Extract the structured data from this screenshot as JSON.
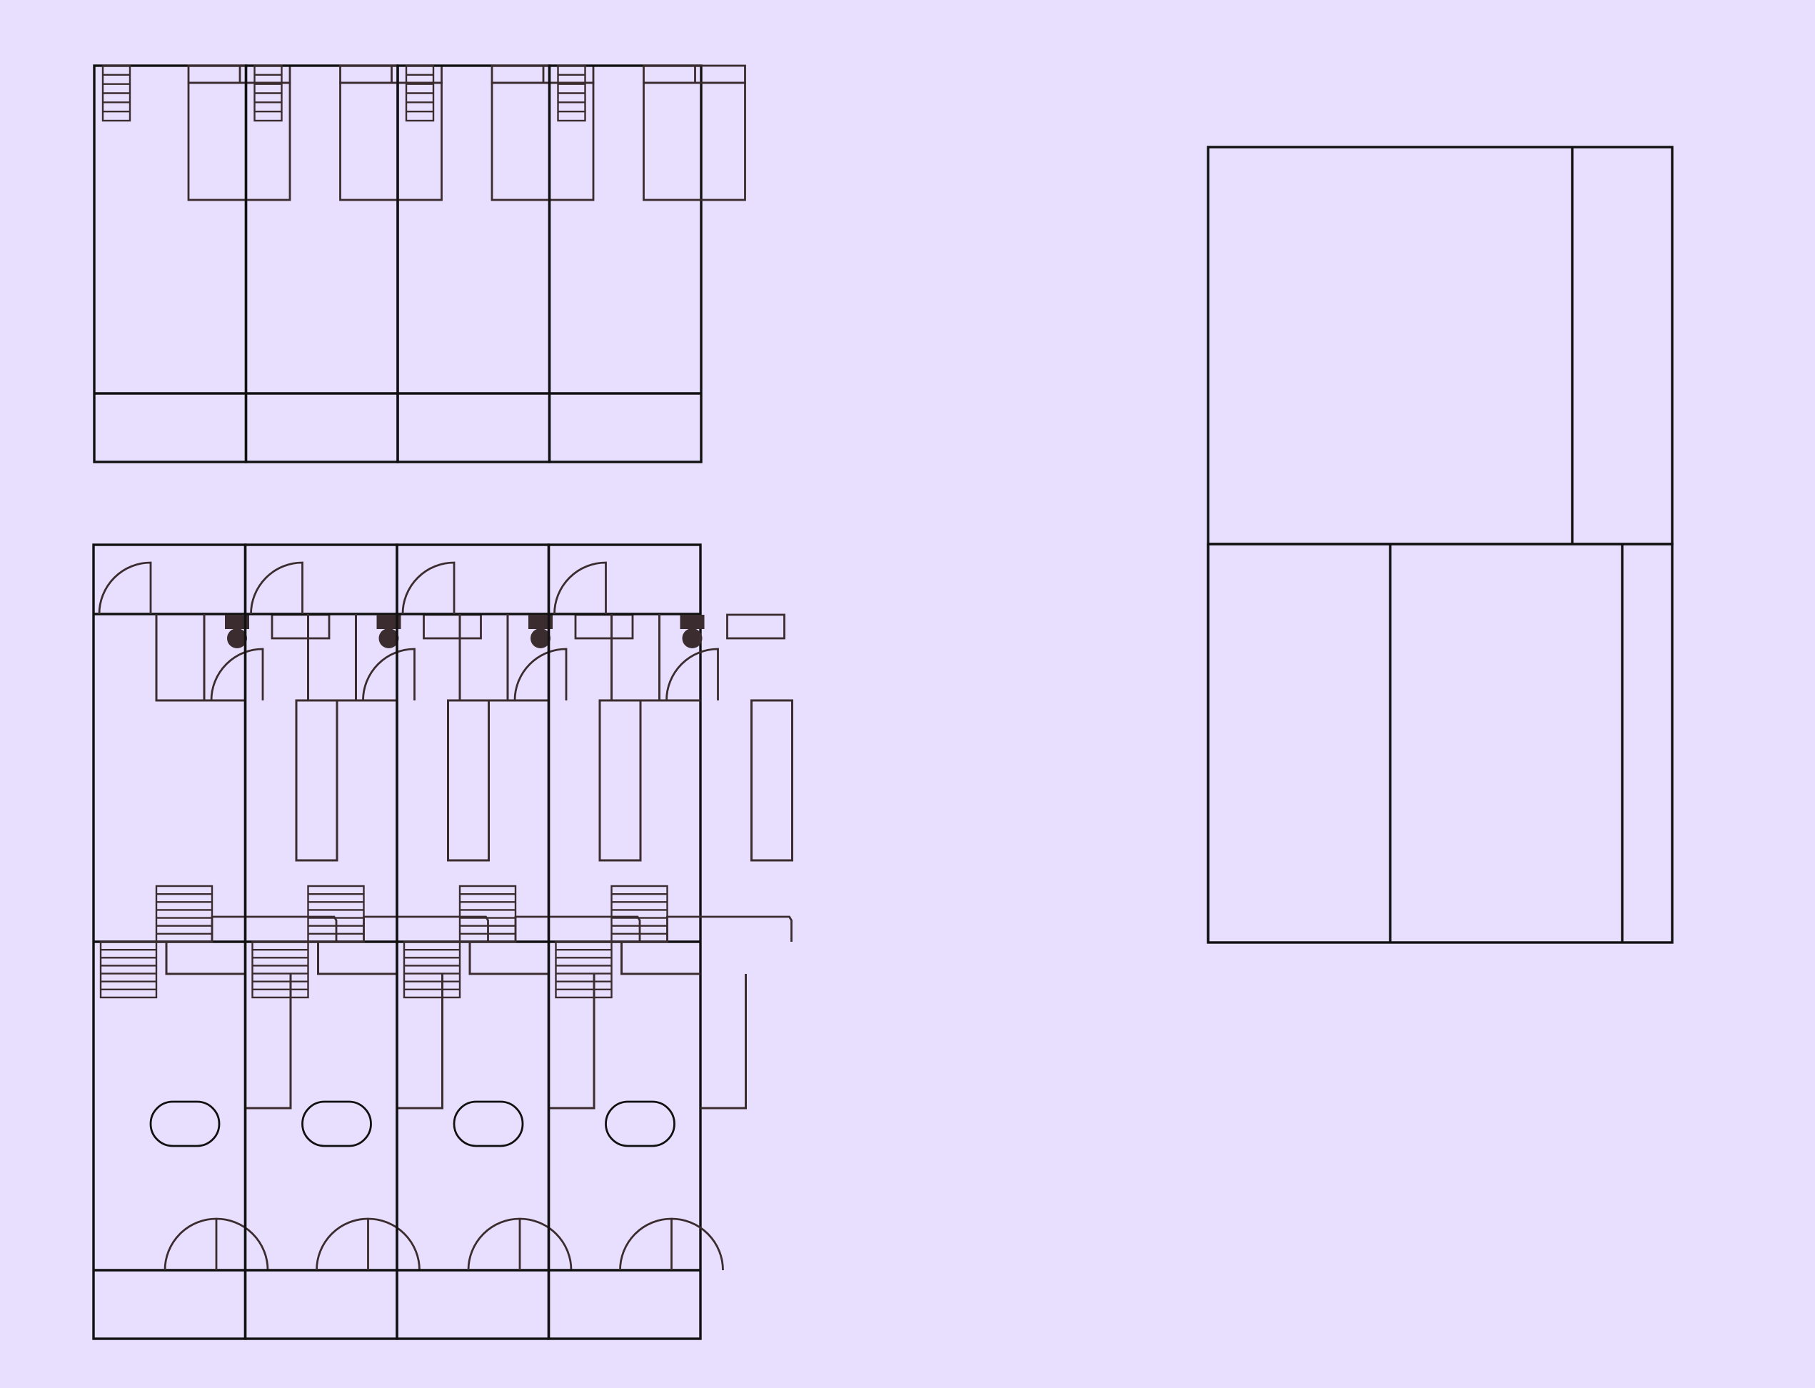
{
  "colors": {
    "background": "#e8defd",
    "outer_line": "#111111",
    "inner_line": "#3a2c2f",
    "fixture_fill": "#3a2c2f"
  },
  "plans": [
    {
      "id": "upper-floor-plan",
      "units": 4,
      "unit_fixtures": [
        "ladder-stair",
        "bed"
      ]
    },
    {
      "id": "lower-floor-plan",
      "units": 4,
      "unit_fixtures": [
        "entry-door",
        "toilet",
        "bathroom-door",
        "closet",
        "cabinet",
        "stair-up",
        "counter",
        "stair-down",
        "kitchen-counter",
        "sofa-table",
        "double-door"
      ]
    },
    {
      "id": "massing-plan",
      "units": 1,
      "unit_fixtures": []
    }
  ],
  "icons": {
    "door": "door-swing-icon",
    "toilet": "toilet-icon",
    "stair": "stair-icon",
    "bed": "bed-icon",
    "table": "table-icon"
  }
}
